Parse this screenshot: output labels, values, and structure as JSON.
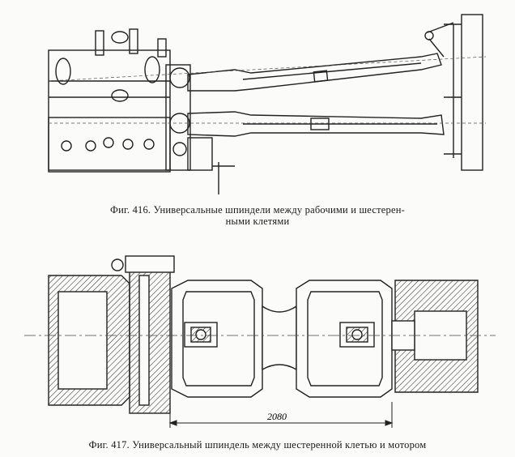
{
  "figures": [
    {
      "id": "fig-416",
      "caption_line1": "Фиг. 416. Универсальные шпиндели между рабочими и шестерен-",
      "caption_line2": "ными клетями"
    },
    {
      "id": "fig-417",
      "caption": "Фиг. 417. Универсальный шпиндель между шестеренной клетью и мотором",
      "dimension_label": "2080"
    }
  ]
}
